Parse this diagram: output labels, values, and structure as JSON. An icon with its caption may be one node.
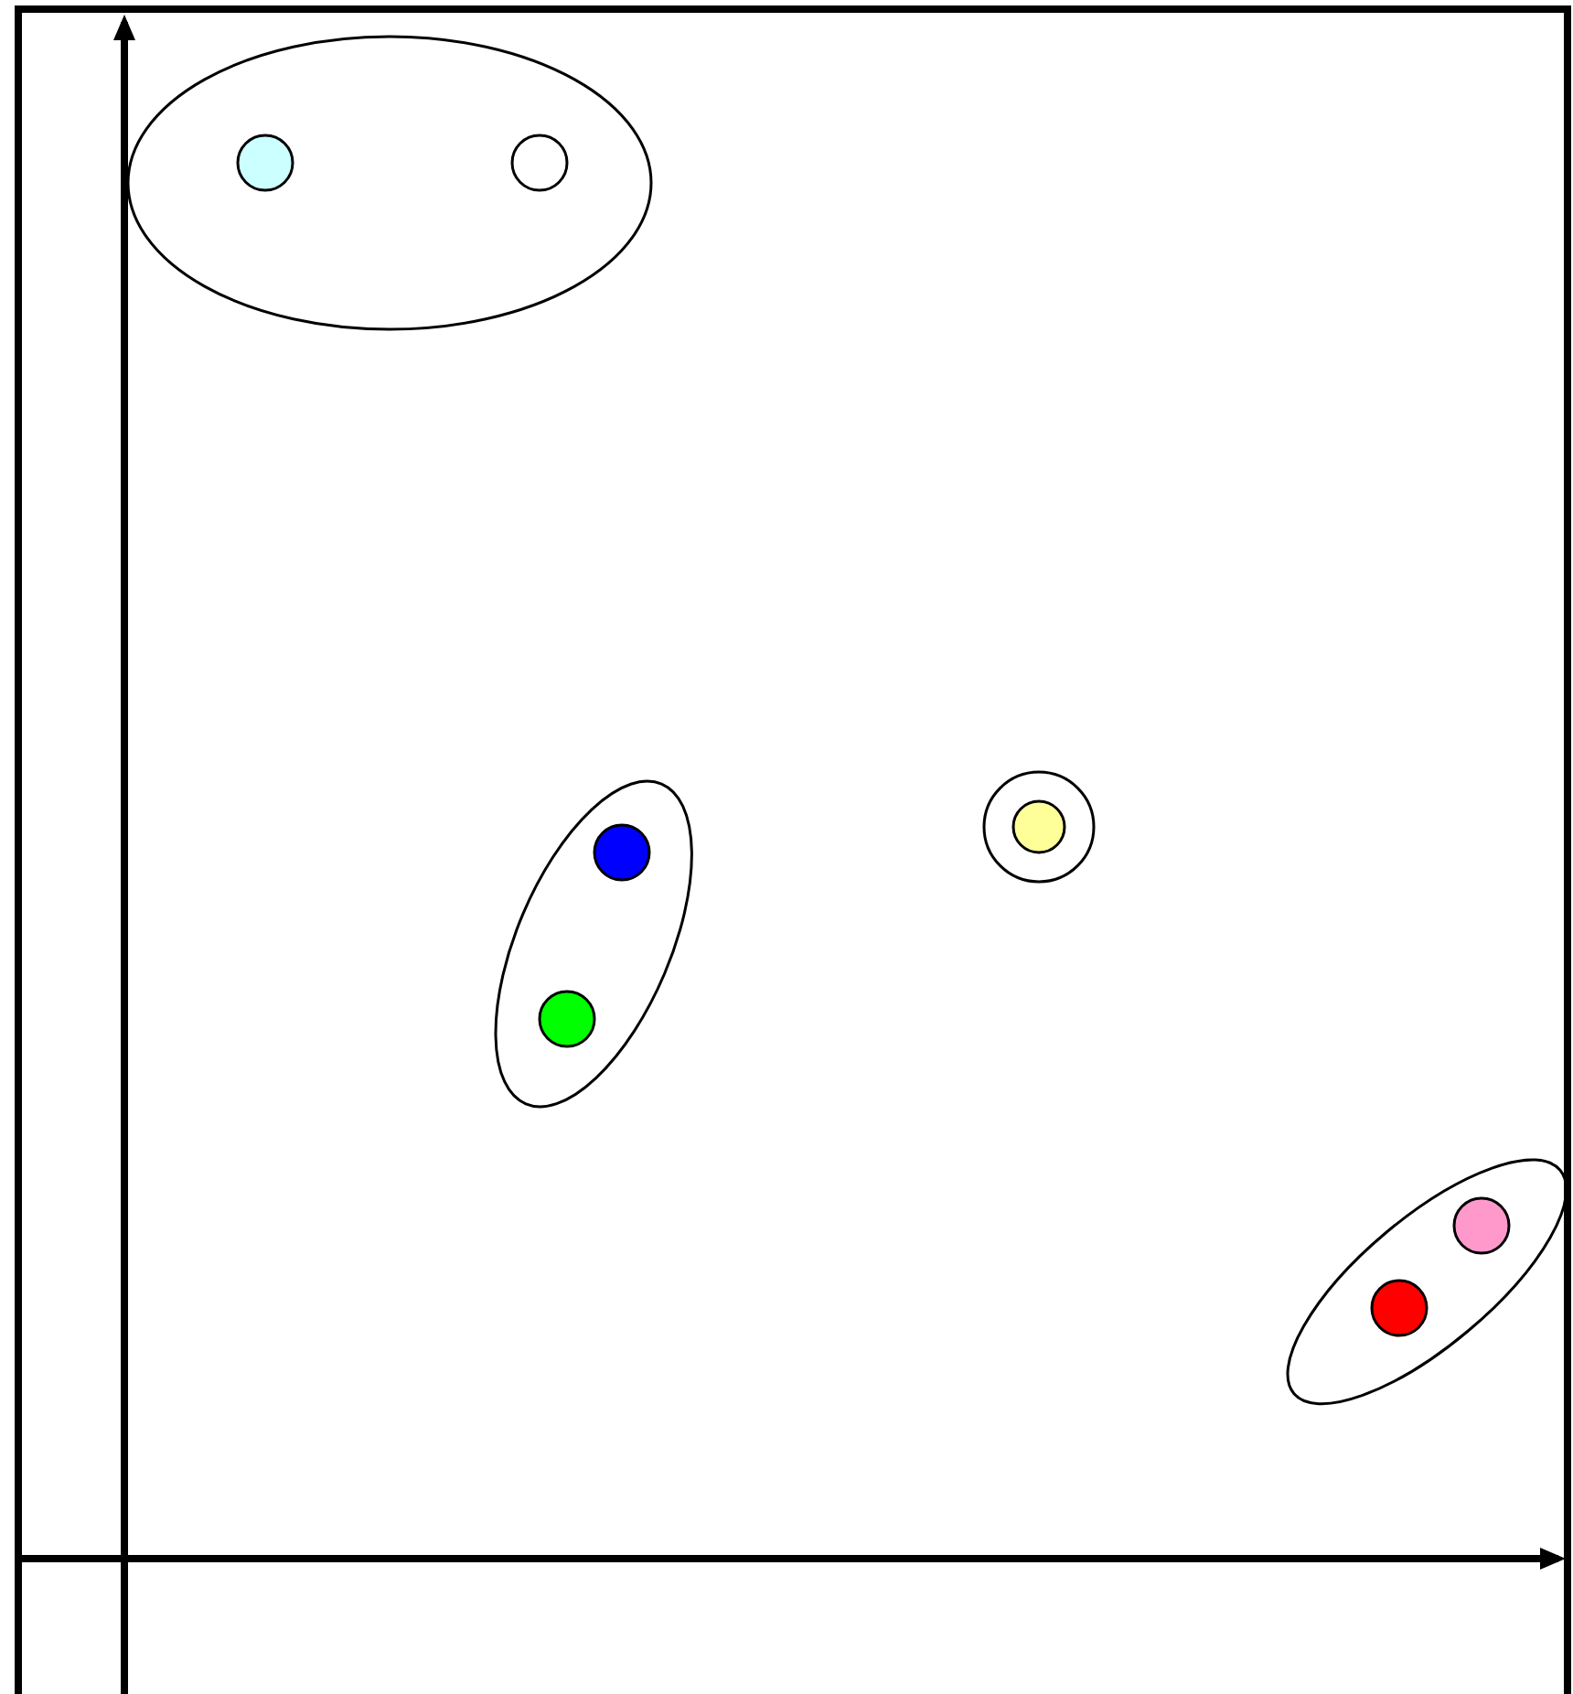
{
  "diagram": {
    "nodes": [
      {
        "text": [],
        "shape": "ellipse"
      },
      {
        "text": [],
        "shape": "circle",
        "in": 0
      },
      {
        "text": [],
        "shape": "circle",
        "in": 0
      },
      {
        "text": [],
        "shape": "ellipse"
      },
      {
        "text": [],
        "shape": "circle",
        "in": 3
      },
      {
        "text": [],
        "shape": "circle",
        "in": 3
      },
      {
        "text": [],
        "shape": "circle"
      },
      {
        "text": [],
        "shape": "circle",
        "in": 6
      },
      {
        "text": [],
        "shape": "ellipse"
      },
      {
        "text": [],
        "shape": "circle",
        "in": 8
      },
      {
        "text": [],
        "shape": "circle",
        "in": 8
      }
    ]
  }
}
